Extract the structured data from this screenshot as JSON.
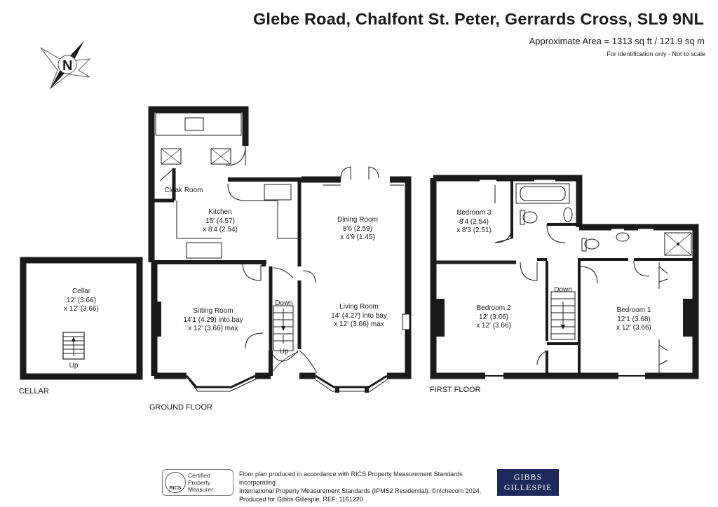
{
  "header": {
    "address": "Glebe Road, Chalfont St. Peter, Gerrards Cross, SL9 9NL",
    "area": "Approximate Area = 1313 sq ft / 121.9 sq m",
    "note": "For identification only - Not to scale"
  },
  "compass": {
    "letter": "N"
  },
  "floors": {
    "cellar": "CELLAR",
    "ground": "GROUND FLOOR",
    "first": "FIRST FLOOR"
  },
  "rooms": {
    "cellar": {
      "name": "Cellar",
      "dim1": "12' (3.66)",
      "dim2": "x 12' (3.66)",
      "stairs": "Up"
    },
    "cloak": {
      "name": "Cloak Room"
    },
    "kitchen": {
      "name": "Kitchen",
      "dim1": "15' (4.57)",
      "dim2": "x 8'4 (2.54)"
    },
    "dining": {
      "name": "Dining Room",
      "dim1": "8'6 (2.59)",
      "dim2": "x 4'9 (1.45)"
    },
    "sitting": {
      "name": "Sitting Room",
      "dim1": "14'1 (4.29) into bay",
      "dim2": "x 12' (3.66) max"
    },
    "living": {
      "name": "Living Room",
      "dim1": "14' (4.27) into bay",
      "dim2": "x 12' (3.66) max"
    },
    "stairs_ground": {
      "down": "Down",
      "up": "Up"
    },
    "bed3": {
      "name": "Bedroom 3",
      "dim1": "8'4 (2.54)",
      "dim2": "x 8'3 (2.51)"
    },
    "bed2": {
      "name": "Bedroom 2",
      "dim1": "12' (3.66)",
      "dim2": "x 12' (3.66)"
    },
    "bed1": {
      "name": "Bedroom 1",
      "dim1": "12'1 (3.68)",
      "dim2": "x 12' (3.66)"
    },
    "stairs_first": {
      "down": "Down"
    }
  },
  "footer": {
    "line1": "Floor plan produced in accordance with RICS Property Measurement Standards incorporating",
    "line2": "International Property Measurement Standards (IPMS2 Residential).  ©n!checom 2024.",
    "line3": "Produced for Gibbs Gillespie.   REF:  1161220",
    "rics_seal": "RICS",
    "rics_line1": "Certified",
    "rics_line2": "Property",
    "rics_line3": "Measurer",
    "brand_line1": "GIBBS",
    "brand_line2": "GILLESPIE"
  }
}
